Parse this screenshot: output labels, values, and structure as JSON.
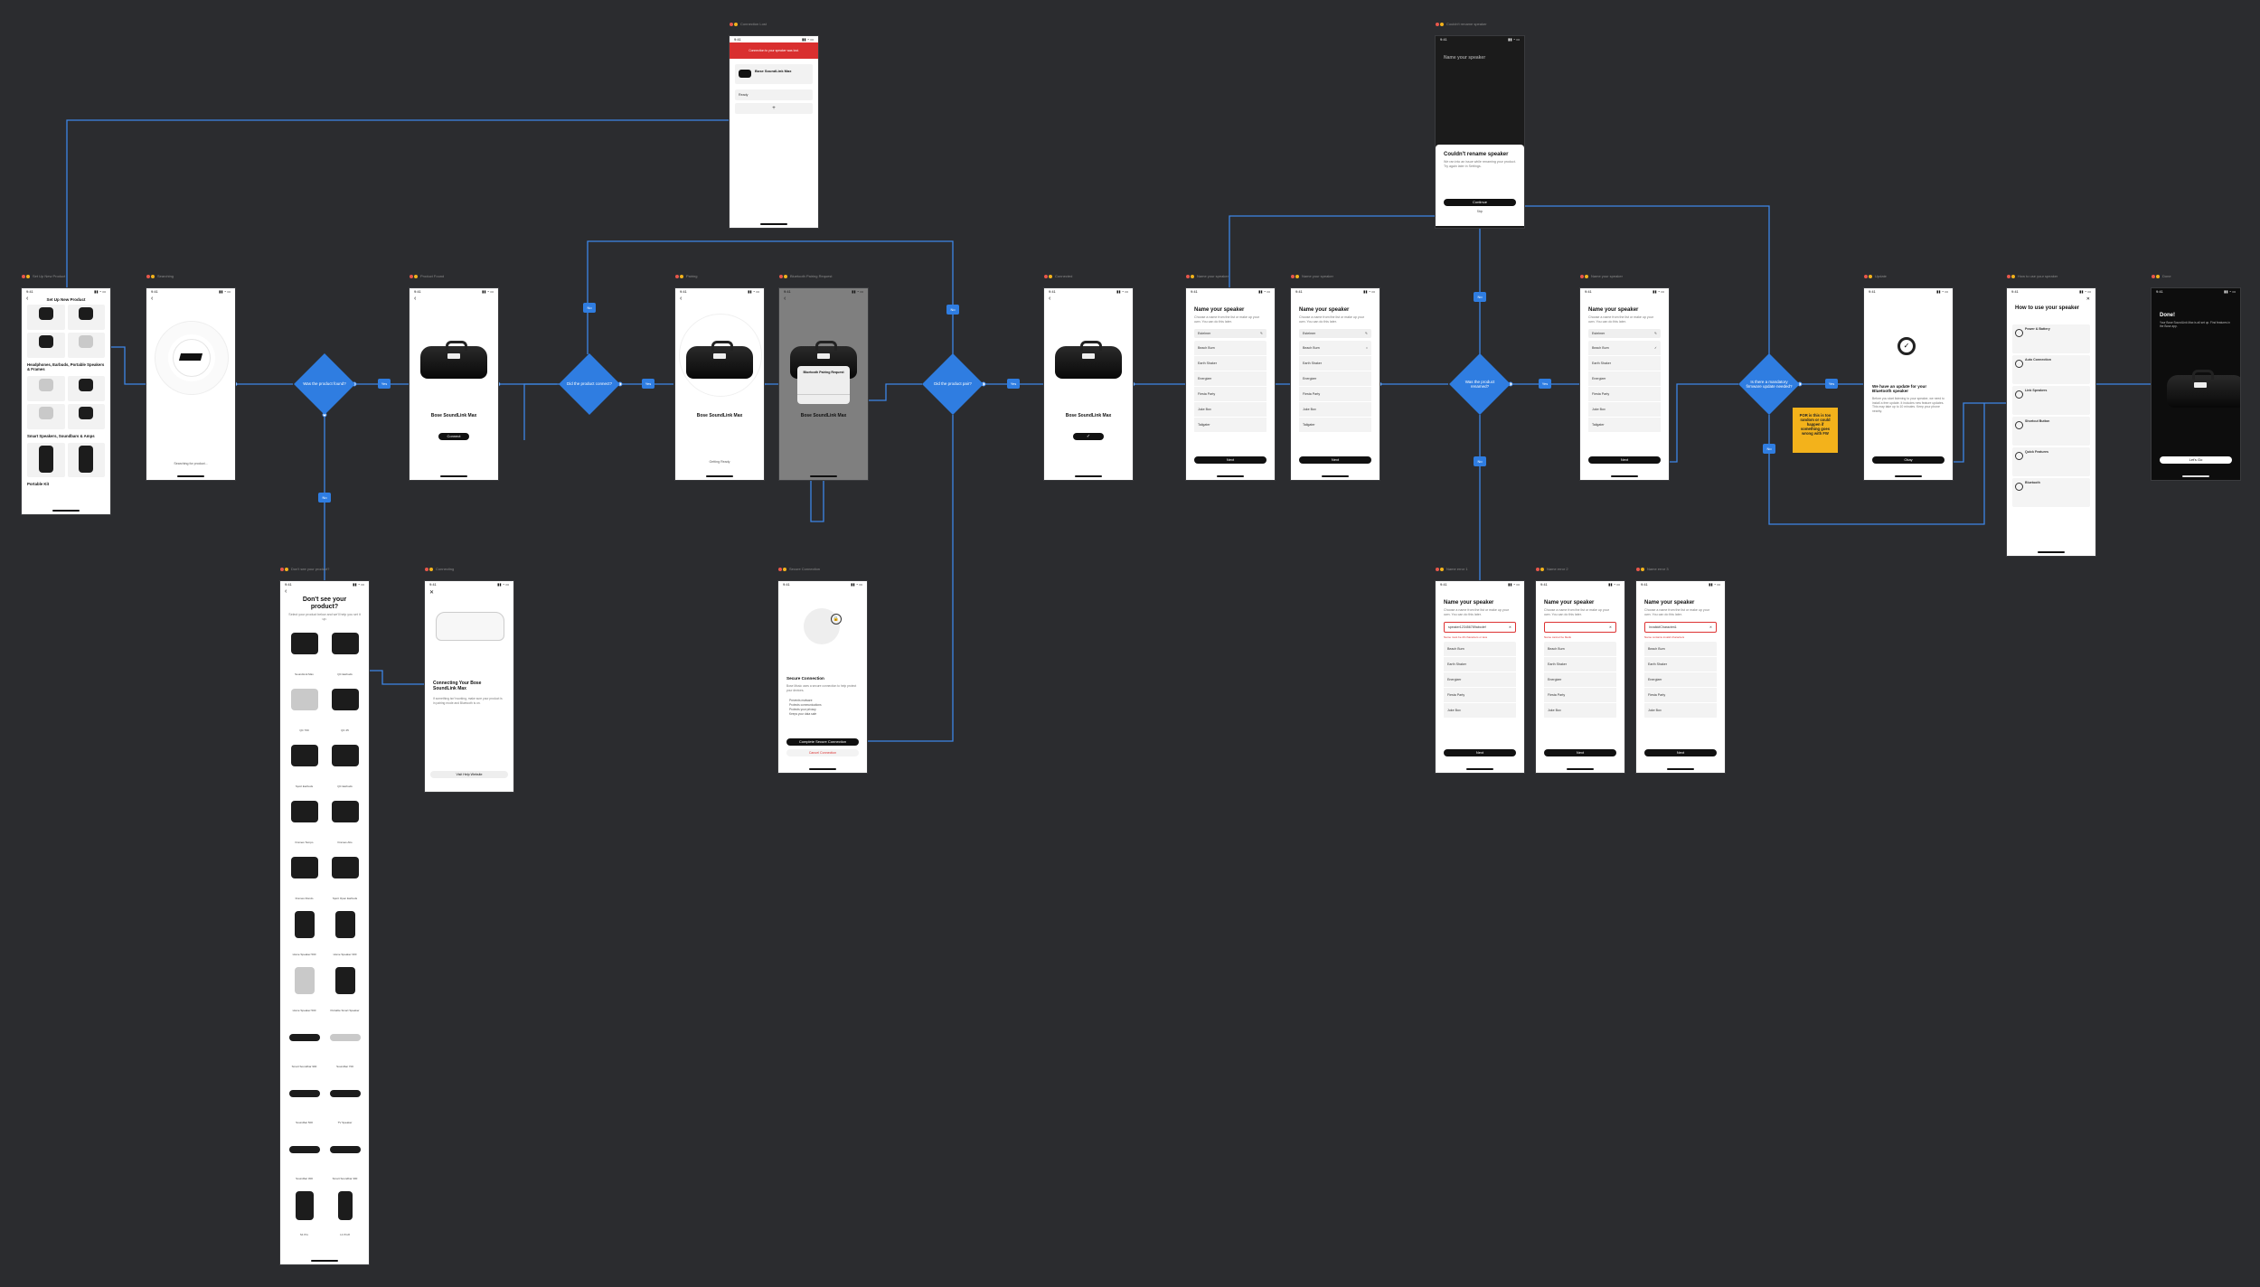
{
  "frames": {
    "f01": {
      "label": "Set Up New Product",
      "status_time": "9:41",
      "title": "Set Up New Product",
      "sections": [
        "Headphones, Earbuds, Portable Speakers & Frames",
        "Smart Speakers, Soundbars & Amps",
        "Portable Kit"
      ]
    },
    "f02": {
      "label": "Searching",
      "status_time": "9:41",
      "caption": "Searching for product..."
    },
    "f03": {
      "label": "Product Found",
      "status_time": "9:41",
      "product": "Bose SoundLink Max",
      "button": "Connect"
    },
    "f04": {
      "label": "Pairing",
      "status_time": "9:41",
      "product": "Bose SoundLink Max",
      "caption": "Getting Ready"
    },
    "f05": {
      "label": "Bluetooth Pairing Request",
      "status_time": "9:41",
      "product": "Bose SoundLink Max",
      "dialog": "Bluetooth Pairing Request"
    },
    "f06": {
      "label": "Connected",
      "status_time": "9:41",
      "product": "Bose SoundLink Max"
    },
    "f07": {
      "label": "Name your speaker",
      "status_time": "9:41",
      "title": "Name your speaker",
      "subtitle": "Choose a name from the list or make up your own. You can do this later.",
      "value": "Estelmer",
      "items": [
        "Beach Burn",
        "Earth Shaker",
        "Energizer",
        "Fiesta Party",
        "Juke Box",
        "Tailgater"
      ],
      "button": "Next"
    },
    "f08": {
      "label": "Name your speaker",
      "status_time": "9:41",
      "title": "Name your speaker",
      "value": "Estelmer",
      "items": [
        "Beach Burn",
        "Earth Shaker",
        "Energizer",
        "Fiesta Party",
        "Juke Box",
        "Tailgater"
      ],
      "button": "Next"
    },
    "f09": {
      "label": "Name your speaker",
      "status_time": "9:41",
      "title": "Name your speaker",
      "value": "Estelmer",
      "items": [
        "Beach Burn",
        "Earth Shaker",
        "Energizer",
        "Fiesta Party",
        "Juke Box",
        "Tailgater"
      ],
      "button": "Next"
    },
    "f10": {
      "label": "Update",
      "status_time": "9:41",
      "title": "We have an update for your Bluetooth speaker",
      "body": "Before you start listening to your speaker, we need to install a free update. It includes new feature updates. This may take up to 10 minutes. Keep your phone nearby.",
      "button": "Okay"
    },
    "f11": {
      "label": "How to use your speaker",
      "status_time": "9:41",
      "title": "How to use your speaker",
      "tips": [
        "Power & Battery",
        "Auto Connection",
        "Link Speakers",
        "Shortcut Button",
        "Quick Features",
        "Bluetooth"
      ]
    },
    "f12": {
      "label": "Done",
      "status_time": "9:41",
      "title": "Done!",
      "body": "Your Bose SoundLink Max is all set up. Find features in the Bose app.",
      "button": "Let's Go"
    },
    "f13": {
      "label": "Connection Lost",
      "status_time": "9:41",
      "banner": "Connection to your speaker was lost.",
      "product": "Bose SoundLink Max",
      "status": "Ready",
      "plus": "+"
    },
    "f14": {
      "label": "Couldn't rename speaker",
      "status_time": "9:41",
      "bg_title": "Name your speaker",
      "title": "Couldn't rename speaker",
      "body": "We ran into an issue while renaming your product. Try again later in Settings.",
      "button": "Continue",
      "skip": "Skip"
    },
    "f15": {
      "label": "Don't see your product?",
      "status_time": "9:41",
      "title": "Don't see your product?",
      "subtitle": "Select your product below and we'll help you set it up.",
      "products": [
        "SoundLink Max",
        "QC Earbuds",
        "QC 700",
        "QC 45",
        "Sport Earbuds",
        "QC Earbuds",
        "Frames Tempo",
        "Frames Alto",
        "Frames Rondo",
        "Sport Open Earbuds",
        "Home Speaker 500",
        "Home Speaker 300",
        "Home Speaker 500",
        "Portable Smart Speaker",
        "Smart Soundbar 900",
        "Soundbar 700",
        "Soundbar 500",
        "TV Speaker",
        "Soundbar 300",
        "Smart Soundbar 300",
        "S1 Pro",
        "L1 Pro8"
      ]
    },
    "f16": {
      "label": "Connecting",
      "status_time": "9:41",
      "title": "Connecting Your Bose SoundLink Max",
      "body": "If something isn't working, make sure your product is in pairing mode and Bluetooth is on.",
      "button": "Visit Help Website"
    },
    "f17": {
      "label": "Secure Connection",
      "status_time": "9:41",
      "title": "Secure Connection",
      "body": "Bose Music uses a secure connection to help protect your devices.",
      "bullets": [
        "Prevents malware",
        "Protects communications",
        "Protects your privacy",
        "Keeps your data safe"
      ],
      "button": "Complete Secure Connection",
      "link": "Cancel Connection"
    },
    "f18": {
      "label": "Name error 1",
      "status_time": "9:41",
      "title": "Name your speaker",
      "value": "speaker123456789abcdef",
      "error": "Name must be 20 characters or less",
      "items": [
        "Beach Burn",
        "Earth Shaker",
        "Energizer",
        "Fiesta Party",
        "Juke Box"
      ],
      "button": "Next"
    },
    "f19": {
      "label": "Name error 2",
      "status_time": "9:41",
      "title": "Name your speaker",
      "value": "",
      "error": "Name cannot be blank",
      "items": [
        "Beach Burn",
        "Earth Shaker",
        "Energizer",
        "Fiesta Party",
        "Juke Box"
      ],
      "button": "Next"
    },
    "f20": {
      "label": "Name error 3",
      "status_time": "9:41",
      "title": "Name your speaker",
      "value": "Invalid#Character&",
      "error": "Name contains invalid characters",
      "items": [
        "Beach Burn",
        "Earth Shaker",
        "Energizer",
        "Fiesta Party",
        "Juke Box"
      ],
      "button": "Next"
    }
  },
  "decisions": {
    "d1": "Was the product found?",
    "d2": "Did the product connect?",
    "d3": "Did the product pair?",
    "d4": "Was the product renamed?",
    "d5": "Is there a mandatory firmware update needed?"
  },
  "tags": {
    "yes": "Yes",
    "no": "No"
  },
  "sticky": "POR is this is too random or could happen if something goes wrong with FW",
  "colors": {
    "background": "#2b2c2f",
    "decision": "#2f7de1",
    "wire": "#3c86e6",
    "sticky": "#f3b21b",
    "error": "#d92f2f"
  }
}
